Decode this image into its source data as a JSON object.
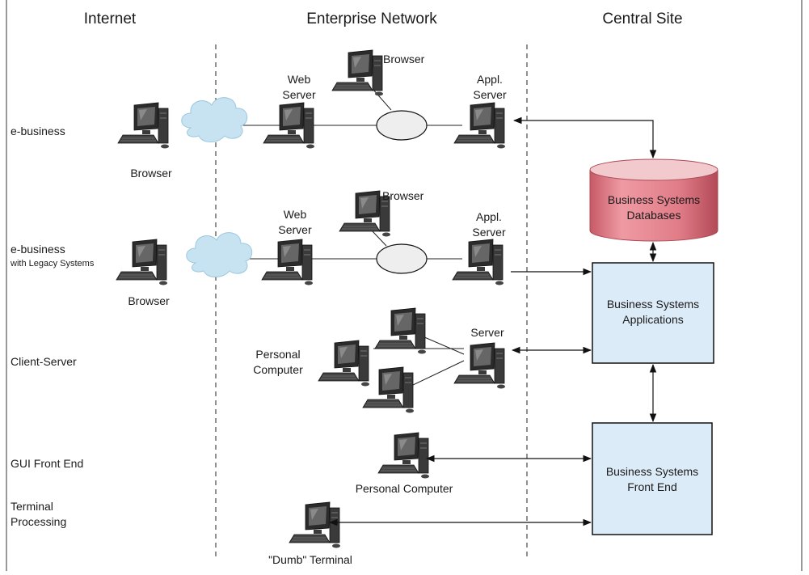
{
  "columns": {
    "internet": "Internet",
    "enterprise": "Enterprise Network",
    "central": "Central Site"
  },
  "rows": {
    "ebusiness": "e-business",
    "legacy_line1": "e-business",
    "legacy_line2": "with Legacy Systems",
    "client_server": "Client-Server",
    "gui": "GUI Front End",
    "terminal_line1": "Terminal",
    "terminal_line2": "Processing"
  },
  "labels": {
    "browser": "Browser",
    "web_line1": "Web",
    "web_line2": "Server",
    "appl_line1": "Appl.",
    "appl_line2": "Server",
    "server": "Server",
    "pc_line1": "Personal",
    "pc_line2": "Computer",
    "personal_computer": "Personal Computer",
    "dumb_terminal": "\"Dumb\" Terminal"
  },
  "boxes": {
    "databases_line1": "Business Systems",
    "databases_line2": "Databases",
    "applications_line1": "Business Systems",
    "applications_line2": "Applications",
    "frontend_line1": "Business Systems",
    "frontend_line2": "Front End"
  },
  "colors": {
    "database_fill": "#e3818b",
    "database_top": "#f2c9cc",
    "box_fill": "#dcebf8",
    "cloud_fill": "#c7e3f2",
    "hub_fill": "#eeeeee"
  }
}
